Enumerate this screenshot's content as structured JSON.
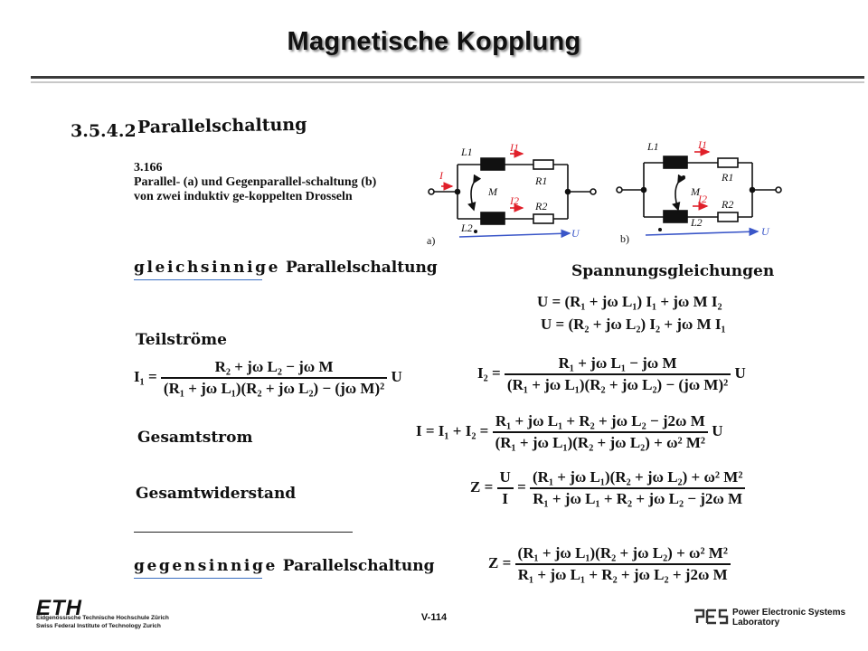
{
  "header": {
    "title": "Magnetische Kopplung"
  },
  "section": {
    "number": "3.5.4.2",
    "title": "Parallelschaltung"
  },
  "figure": {
    "number": "3.166",
    "caption": "Parallel- (a) und Gegenparallel-schaltung (b) von zwei induktiv ge-koppelten Drosseln",
    "label_a": "a)",
    "label_b": "b)",
    "L1": "L1",
    "L2": "L2",
    "R1": "R1",
    "R2": "R2",
    "M": "M",
    "I": "I",
    "I1": "I1",
    "I2": "I2",
    "U": "U"
  },
  "headings": {
    "gleich_word": "gleichsinnige",
    "gleich_rest": "Parallelschaltung",
    "spannung": "Spannungsgleichungen",
    "teil": "Teilströme",
    "gesamtstrom": "Gesamtstrom",
    "gesamtwiderstand": "Gesamtwiderstand",
    "gegen_word": "gegensinnige",
    "gegen_rest": "Parallelschaltung"
  },
  "equations": {
    "u1": "U = (R₁ + jω L₁) I₁ + jω M I₂",
    "u2": "U = (R₂ + jω L₂) I₂ + jω M I₁",
    "i1_lhs": "I₁ =",
    "i1_num": "R₂ + jω L₂ − jω M",
    "i1_den": "(R₁ + jω L₁)(R₂ + jω L₂) − (jω M)²",
    "i1_rhs": "U",
    "i2_lhs": "I₂ =",
    "i2_num": "R₁ + jω L₁ − jω M",
    "i2_den": "(R₁ + jω L₁)(R₂ + jω L₂) − (jω M)²",
    "i2_rhs": "U",
    "i_lhs": "I = I₁ + I₂ =",
    "i_num": "R₁ + jω L₁ + R₂ + jω L₂ − j2ω M",
    "i_den": "(R₁ + jω L₁)(R₂ + jω L₂) + ω² M²",
    "i_rhs": "U",
    "z_lhs": "Z =",
    "z_u": "U",
    "z_i": "I",
    "z_eq": "=",
    "z_num": "(R₁ + jω L₁)(R₂ + jω L₂) + ω² M²",
    "z_den": "R₁ + jω L₁ + R₂ + jω L₂ − j2ω M",
    "zg_lhs": "Z =",
    "zg_num": "(R₁ + jω L₁)(R₂ + jω L₂) + ω² M²",
    "zg_den": "R₁ + jω L₁ + R₂ + jω L₂ + j2ω M"
  },
  "footer": {
    "page": "V-114",
    "eth_logo": "ETH",
    "eth_line1": "Eidgenössische Technische Hochschule Zürich",
    "eth_line2": "Swiss Federal Institute of Technology Zurich",
    "pes_line1": "Power Electronic Systems",
    "pes_line2": "Laboratory"
  },
  "colors": {
    "text": "#111111",
    "accent": "#e0202a",
    "arrow": "#3a56c8",
    "underline": "#3a6fc2"
  }
}
